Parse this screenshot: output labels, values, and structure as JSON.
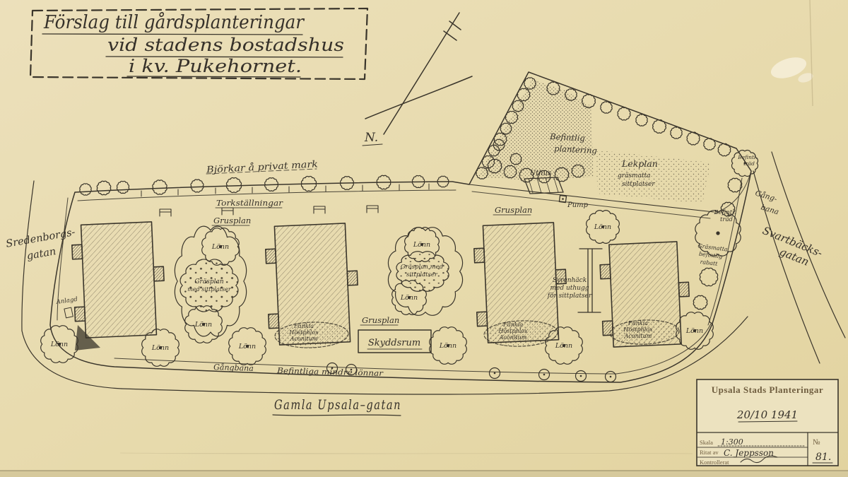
{
  "document": {
    "title_line1": "Förslag till gårdsplanteringar",
    "title_line2": "vid stadens bostadshus",
    "title_line3": "i kv. Pukehornet.",
    "north_label": "N."
  },
  "streets": {
    "left_line1": "Sredenborgs-",
    "left_line2": "gatan",
    "right_line1": "Svartbäcks-",
    "right_line2": "gatan",
    "bottom": "Gamla Upsala–gatan"
  },
  "plan_labels": {
    "birches": "Björkar å privat mark",
    "drying_racks": "Torkställningar",
    "gravel_yard": "Grusplan",
    "maple": "Lönn",
    "lawn1_line1": "Gräsplan",
    "lawn1_line2": "med sittplatser",
    "lawn2_line1": "Gräsplan med",
    "lawn2_line2": "sittplatser",
    "bed_line1": "Funkia",
    "bed_line2": "Höstphlox",
    "bed_line3": "Aconitum",
    "shelter": "Skyddsrum",
    "lilac_line1": "Syrenhäck",
    "lilac_line2": "med uthugg",
    "lilac_line3": "för sittplatser",
    "existing_line1": "Befintlig",
    "existing_line2": "plantering",
    "playground": "Lekplan",
    "playground_line2": "gräsmatta",
    "playground_line3": "sittplatser",
    "outbuilding": "Uthus",
    "pump": "Pump",
    "walkway_right_1": "Gång-",
    "walkway_right_2": "bana",
    "existing_tree_1": "Befintl.",
    "existing_tree_2": "träd",
    "lawn_right_1": "Gräsmatta",
    "lawn_right_2": "befintlig",
    "lawn_right_3": "rabatt",
    "laid_out": "Anlagd",
    "walkway_bottom": "Gångbana",
    "existing_maples": "Befintliga mindre lönnar"
  },
  "titleblock": {
    "org": "Upsala Stads Planteringar",
    "date": "20/10 1941",
    "scale_label": "Skala",
    "scale_value": "1:300",
    "drawn_label": "Ritat av",
    "drawn_value": "C. Jeppsson",
    "checked_label": "Kontrollerat",
    "number_label": "№",
    "number_value": "81."
  },
  "colors": {
    "paper": "#e8dcb2",
    "ink": "#3a352b"
  }
}
